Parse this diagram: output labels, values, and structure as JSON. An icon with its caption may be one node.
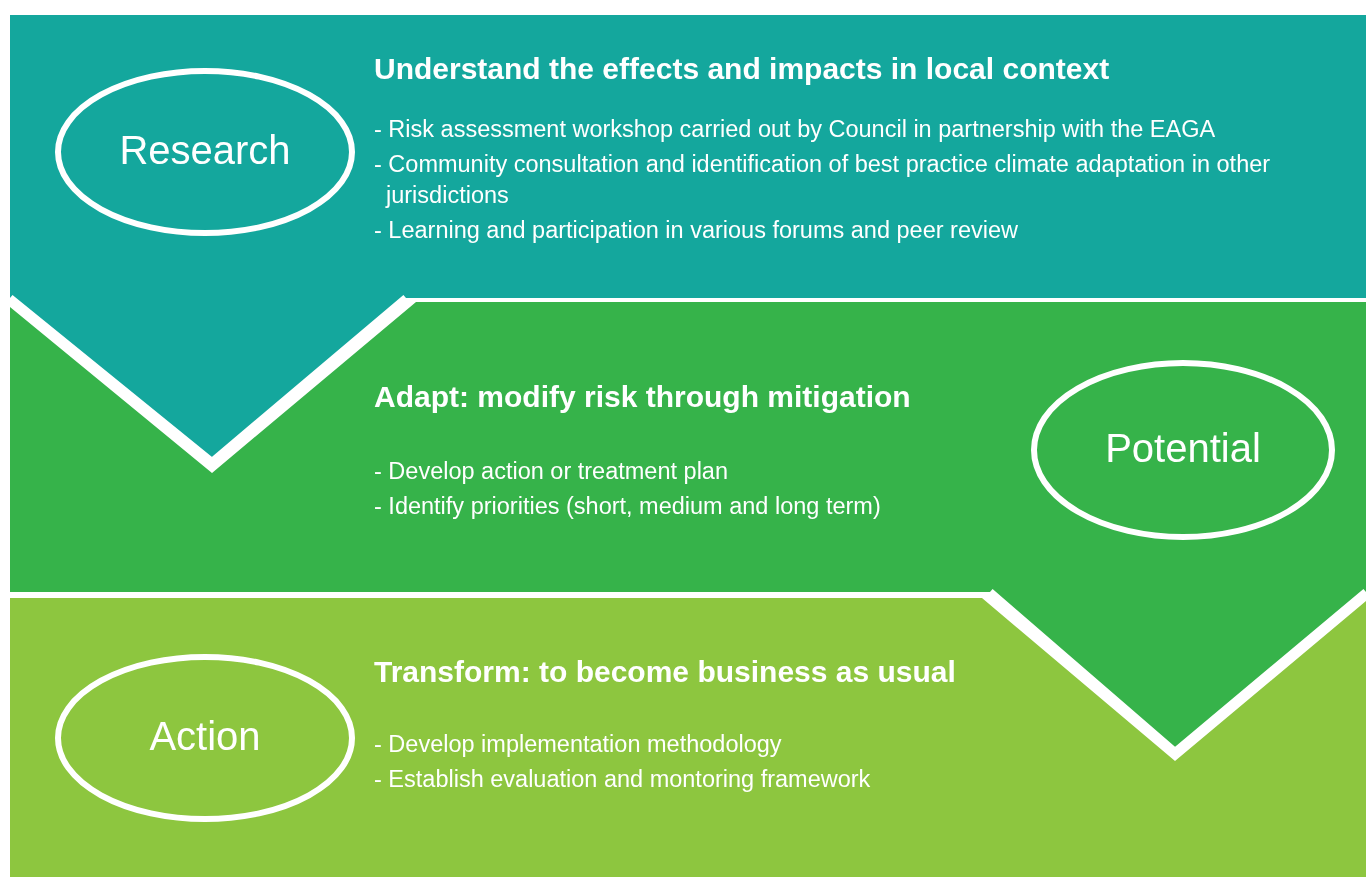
{
  "diagram": {
    "nodes": [
      {
        "text": [
          "Understand the effects and impacts in local context",
          "- Risk assessment workshop carried out by Council in partnership with the EAGA",
          "- Community consultation and identification of best practice climate adaptation in other jurisdictions",
          "- Learning and participation in various forums and peer review"
        ]
      },
      {
        "text": [
          "Research"
        ],
        "in": 0
      },
      {
        "text": [
          "Adapt: modify risk through mitigation",
          "- Develop action or treatment plan",
          "- Identify priorities (short, medium and long term)"
        ]
      },
      {
        "text": [
          "Potential"
        ],
        "in": 2
      },
      {
        "text": [
          "Transform: to become business as usual",
          "- Develop implementation methodology",
          "- Establish evaluation and montoring framework"
        ]
      },
      {
        "text": [
          "Action"
        ],
        "in": 4
      }
    ]
  }
}
